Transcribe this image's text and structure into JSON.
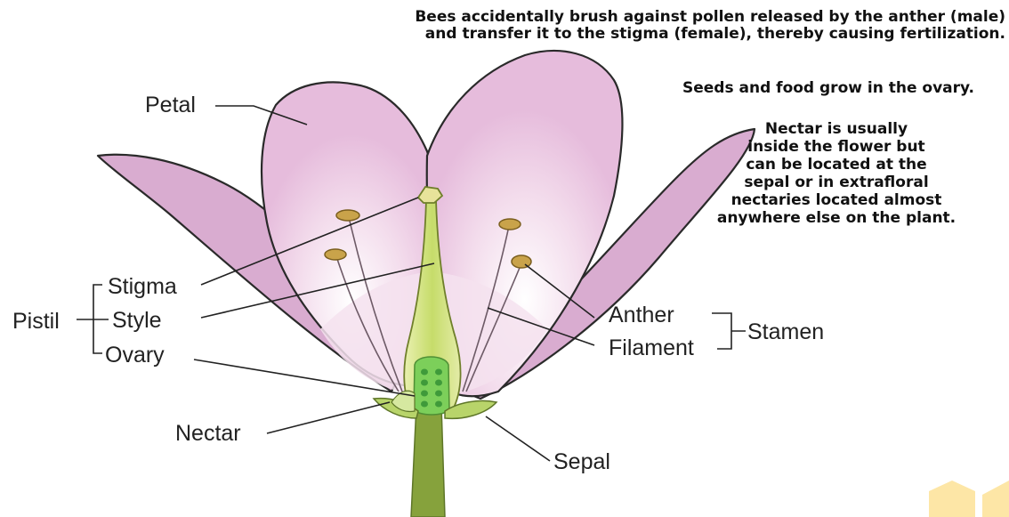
{
  "notes": {
    "bees_line1": "Bees accidentally brush against pollen released by the anther (male)",
    "bees_line2": "and transfer it to the stigma (female), thereby causing fertilization.",
    "seeds": "Seeds and food grow in the ovary.",
    "nectar_lines": [
      "Nectar is usually",
      "inside the flower but",
      "can be located at the",
      "sepal or in extrafloral",
      "nectaries located almost",
      "anywhere else on the plant."
    ]
  },
  "labels": {
    "petal": "Petal",
    "stigma": "Stigma",
    "pistil": "Pistil",
    "style": "Style",
    "ovary": "Ovary",
    "nectar": "Nectar",
    "sepal": "Sepal",
    "anther": "Anther",
    "filament": "Filament",
    "stamen": "Stamen"
  },
  "colors": {
    "petal": "#e9c2de",
    "petal_dark": "#d2a0c4",
    "pistil": "#cfe08a",
    "ovary": "#7ccf5a",
    "stem": "#86a23c",
    "anther": "#c9a34a",
    "logo": "#fde6a6"
  }
}
